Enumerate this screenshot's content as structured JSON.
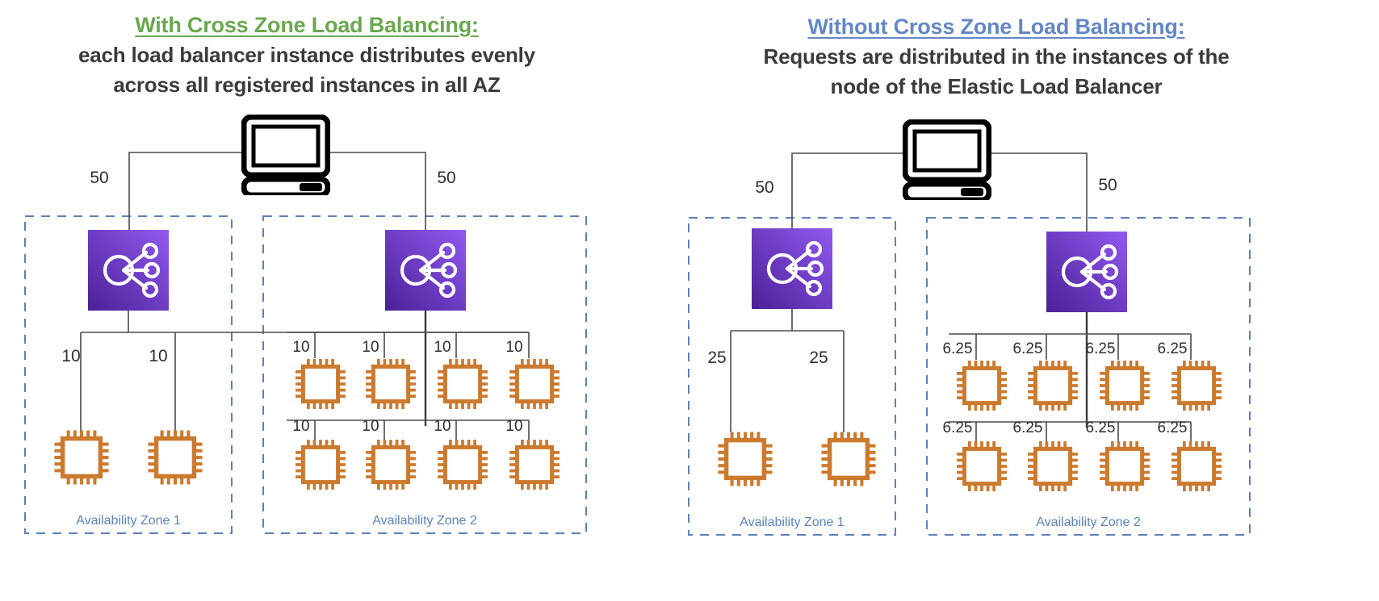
{
  "panels": {
    "left": {
      "title": "With Cross Zone Load Balancing:",
      "title_color": "#6aa84f",
      "subtitle_line1": "each load balancer instance distributes evenly",
      "subtitle_line2": "across all registered instances in all AZ",
      "client_icon": "computer-icon",
      "elb_icon": "elastic-load-balancer-icon",
      "instance_icon": "ec2-instance-chip-icon",
      "edge_to_az1": "50",
      "edge_to_az2": "50",
      "zone1": {
        "label": "Availability Zone 1",
        "instance_weights": [
          "10",
          "10"
        ]
      },
      "zone2": {
        "label": "Availability Zone 2",
        "row1_weights": [
          "10",
          "10",
          "10",
          "10"
        ],
        "row2_weights": [
          "10",
          "10",
          "10",
          "10"
        ]
      }
    },
    "right": {
      "title": "Without Cross Zone Load Balancing:",
      "title_color": "#6387c6",
      "subtitle_line1": "Requests are distributed in the instances of the",
      "subtitle_line2": "node of the Elastic Load Balancer",
      "client_icon": "computer-icon",
      "elb_icon": "elastic-load-balancer-icon",
      "instance_icon": "ec2-instance-chip-icon",
      "edge_to_az1": "50",
      "edge_to_az2": "50",
      "zone1": {
        "label": "Availability Zone 1",
        "instance_weights": [
          "25",
          "25"
        ]
      },
      "zone2": {
        "label": "Availability Zone 2",
        "row1_weights": [
          "6.25",
          "6.25",
          "6.25",
          "6.25"
        ],
        "row2_weights": [
          "6.25",
          "6.25",
          "6.25",
          "6.25"
        ]
      }
    }
  },
  "colors": {
    "elb_purple_light": "#8b52e8",
    "elb_purple_dark": "#4b2096",
    "instance_orange": "#cc7a2e",
    "zone_border": "#5b82b8",
    "zone_label": "#5b82b8",
    "connector": "#4a4a4a",
    "heading_dark": "#3b3b3b"
  }
}
